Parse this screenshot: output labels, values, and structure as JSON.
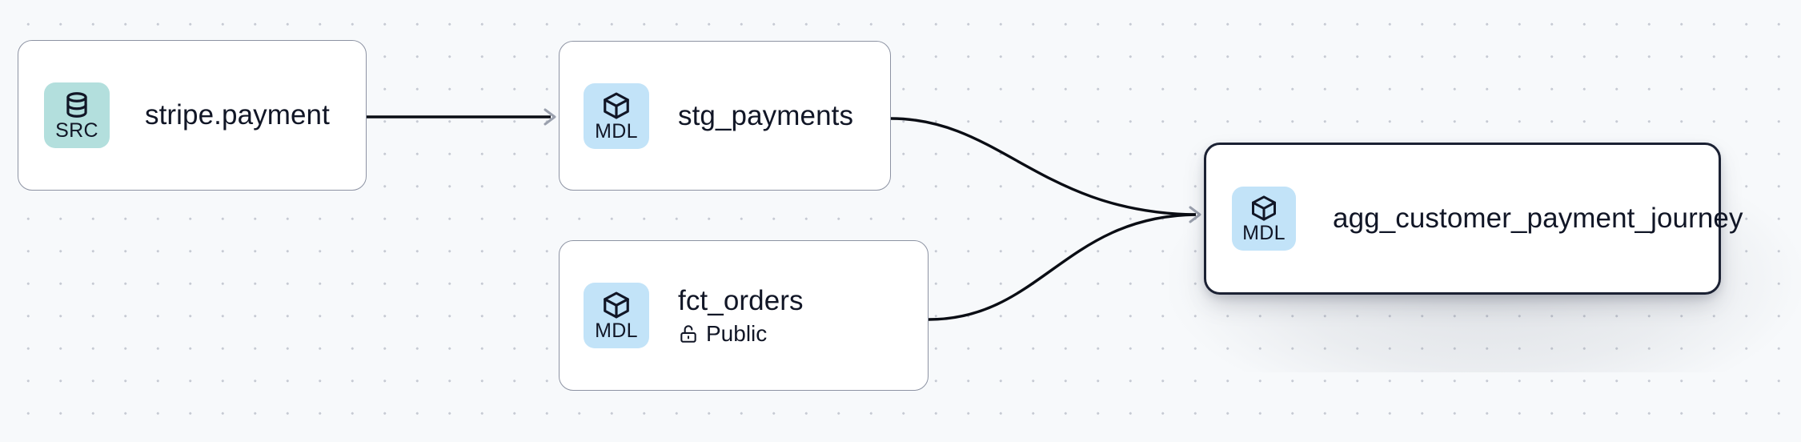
{
  "canvas": {
    "background_color": "#f7f9fb",
    "grid": "dot-grid",
    "grid_dot_color": "#c7cbd4"
  },
  "legend": {
    "source_badge_color": "#b3dfdd",
    "model_badge_color": "#c2e3f8",
    "selected_border_color": "#1b2133",
    "node_border_color": "#8d93a3",
    "edge_color": "#000000"
  },
  "graph": {
    "nodes": [
      {
        "id": "stripe-payment",
        "title": "stripe.payment",
        "badge_label": "SRC",
        "badge_kind": "src",
        "icon": "database-icon",
        "meta": null,
        "selected": false
      },
      {
        "id": "stg-payments",
        "title": "stg_payments",
        "badge_label": "MDL",
        "badge_kind": "mdl",
        "icon": "cube-icon",
        "meta": null,
        "selected": false
      },
      {
        "id": "fct-orders",
        "title": "fct_orders",
        "badge_label": "MDL",
        "badge_kind": "mdl",
        "icon": "cube-icon",
        "meta": "Public",
        "meta_icon": "unlock-icon",
        "selected": false
      },
      {
        "id": "agg-customer-payment-journey",
        "title": "agg_customer_payment_journey",
        "badge_label": "MDL",
        "badge_kind": "mdl",
        "icon": "cube-icon",
        "meta": null,
        "selected": true
      }
    ],
    "edges": [
      {
        "from": "stripe-payment",
        "to": "stg-payments",
        "shape": "straight"
      },
      {
        "from": "stg-payments",
        "to": "agg-customer-payment-journey",
        "shape": "bezier"
      },
      {
        "from": "fct-orders",
        "to": "agg-customer-payment-journey",
        "shape": "bezier"
      }
    ]
  }
}
